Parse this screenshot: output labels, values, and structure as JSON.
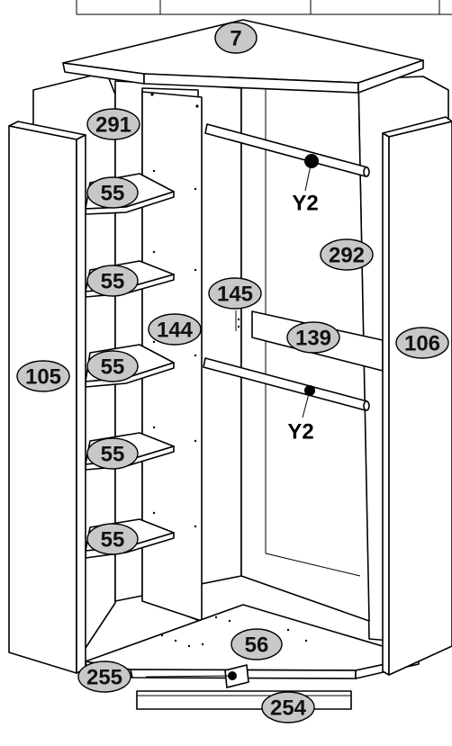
{
  "colors": {
    "line": "#000000",
    "badge_fill": "#c8c8c8",
    "panel": "#ffffff"
  },
  "parts": {
    "top_panel": "7",
    "back_panel_left": "291",
    "back_panel_right": "292",
    "side_panel_left": "105",
    "side_panel_right": "106",
    "divider_panel": "144",
    "divider_strip": "145",
    "rail_support": "139",
    "shelf": "55",
    "bottom_panel": "56",
    "plinth_bracket": "255",
    "plinth_board": "254",
    "hanging_rail_fitting": "Y2"
  }
}
